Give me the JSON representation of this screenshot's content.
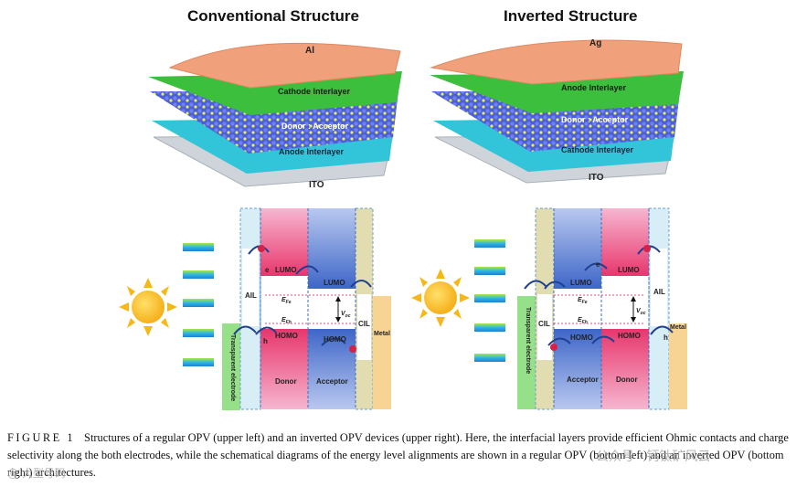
{
  "figure": {
    "title_left": "Conventional Structure",
    "title_right": "Inverted Structure",
    "left_layers": {
      "top_electrode": "Al",
      "cathode": "Cathode Interlayer",
      "active": "Donor : Acceptor",
      "anode": "Anode Interlayer",
      "bottom_electrode": "ITO"
    },
    "right_layers": {
      "top_electrode": "Ag",
      "anode": "Anode Interlayer",
      "active": "Donor : Acceptor",
      "cathode": "Cathode Interlayer",
      "bottom_electrode": "ITO"
    },
    "left_diagram": {
      "lumo": "LUMO",
      "homo": "HOMO",
      "aiL": "AIL",
      "ciL": "CIL",
      "metal": "Metal",
      "donor": "Donor",
      "acceptor": "Acceptor",
      "electrode": "Transparent electrode",
      "efe": "E",
      "efe_sub": "Fe",
      "efh": "E",
      "efh_sub": "Fh",
      "voc": "V",
      "voc_sub": "oc",
      "e": "e",
      "h": "h"
    },
    "right_diagram": {
      "lumo": "LUMO",
      "homo": "HOMO",
      "aiL": "AIL",
      "ciL": "CIL",
      "metal": "Metal",
      "donor": "Donor",
      "acceptor": "Acceptor",
      "electrode": "Transparent electrode",
      "efe": "E",
      "efe_sub": "Fe",
      "efh": "E",
      "efh_sub": "Fh",
      "voc": "V",
      "voc_sub": "oc",
      "e": "e",
      "h": "h"
    },
    "colors": {
      "al": "#f0a07a",
      "cathode": "#3cbf3c",
      "anode": "#32c4d8",
      "ito": "#cfd4da",
      "donor": "#f28cb8",
      "acceptor": "#8ea8e0",
      "ail": "#cfe9f3",
      "cil": "#e2ddb0",
      "metal": "#f7d493",
      "electrode": "#96e08a",
      "sun": "#f6b817"
    }
  },
  "caption": {
    "label": "FIGURE 1",
    "text": "Structures of a regular OPV (upper left) and an inverted OPV devices (upper right). Here, the interfacial layers provide efficient Ohmic contacts and charge selectivity along the both electrodes, while the schematical diagrams of the energy level alignments are shown in a regular OPV (bottom left) and an inverted OPV (bottom right) architectures."
  },
  "watermark": {
    "left": "@ 大型号码",
    "right": "公众号 · 钙钛矿风云"
  }
}
